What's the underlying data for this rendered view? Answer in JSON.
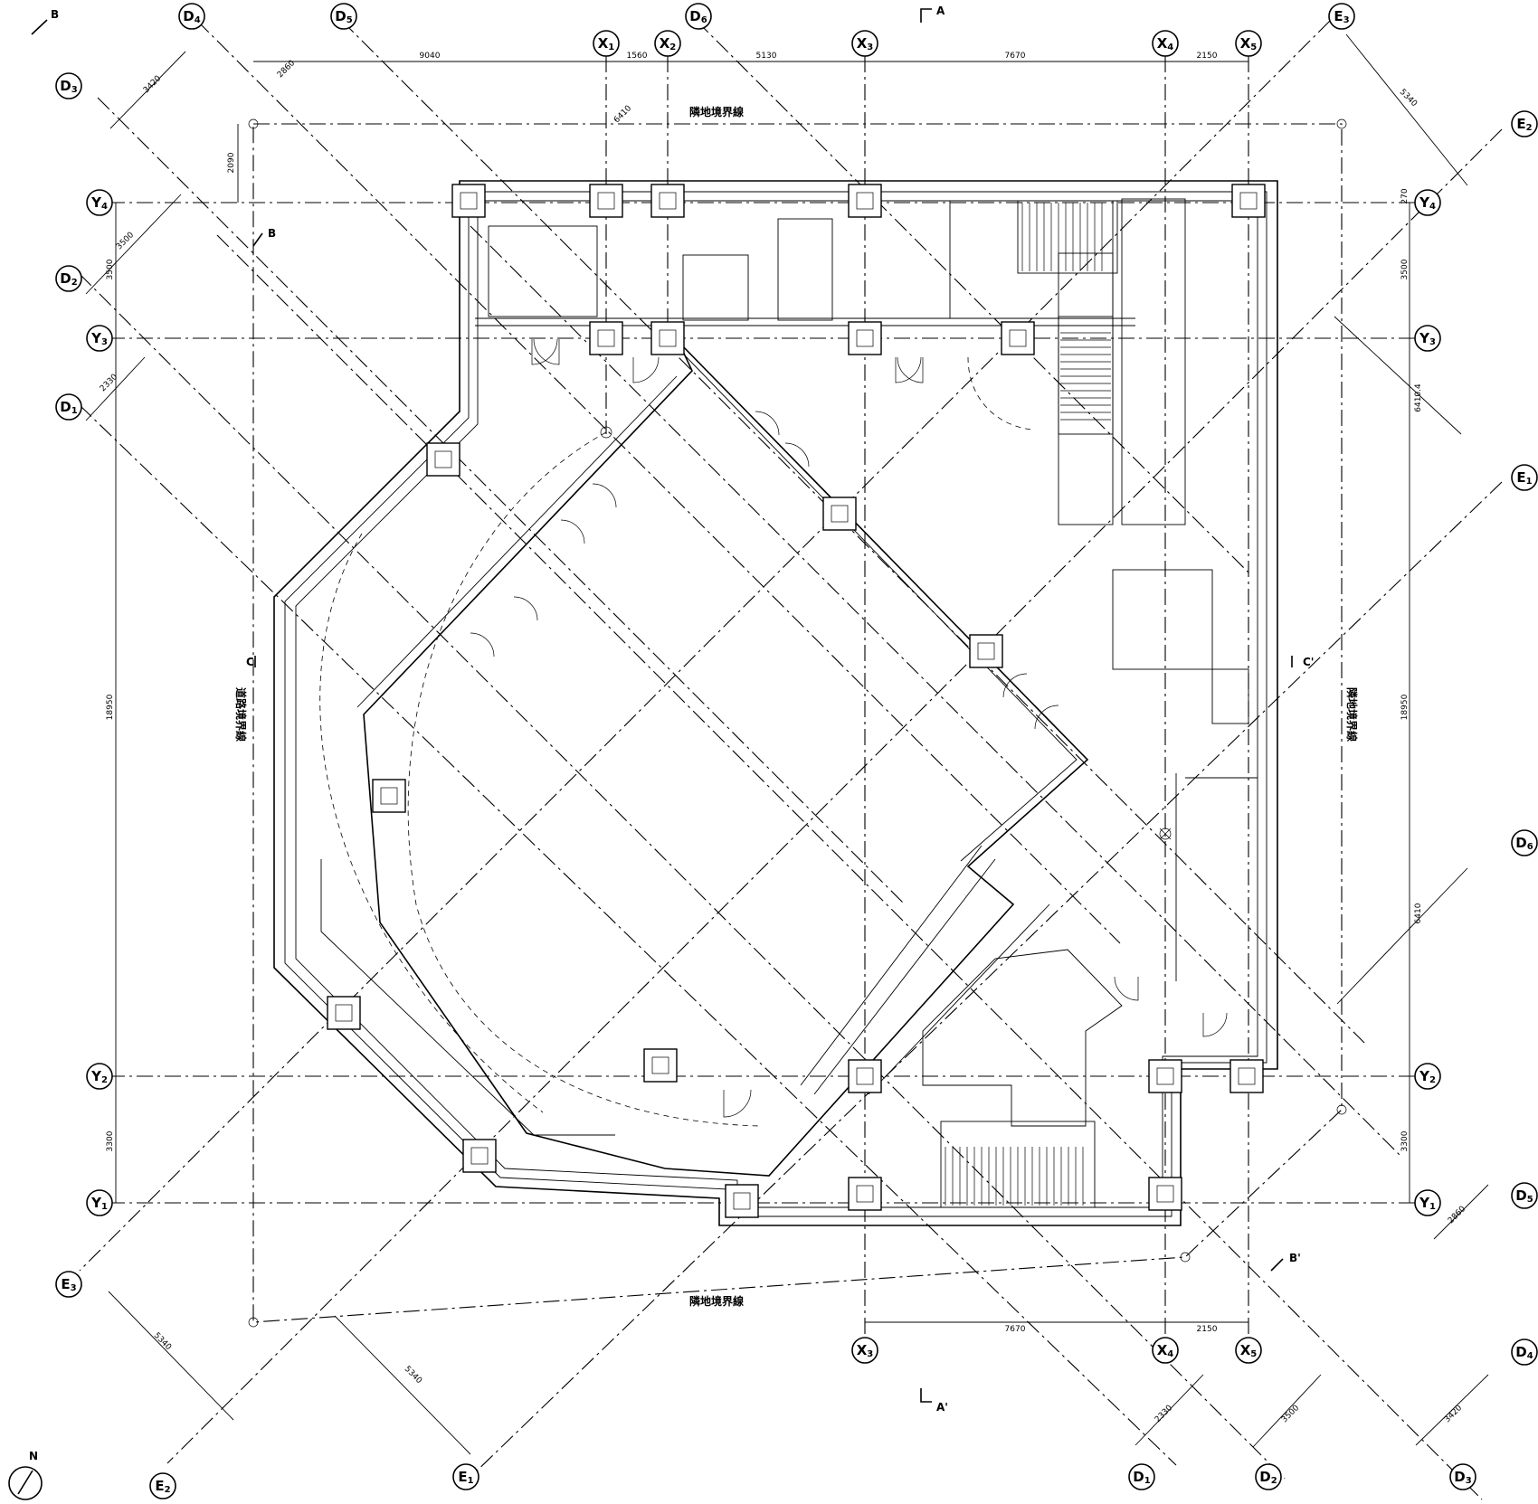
{
  "boundary_labels": {
    "top": "隣地境界線",
    "bottom": "隣地境界線",
    "left": "道路境界線",
    "right": "隣地境界線"
  },
  "section_marks": [
    "A",
    "A'",
    "B",
    "B",
    "B'",
    "C",
    "C'"
  ],
  "north_label": "N",
  "grid_labels": {
    "X1": "X1",
    "X2": "X2",
    "X3": "X3",
    "X4": "X4",
    "X5": "X5",
    "Y1": "Y1",
    "Y2": "Y2",
    "Y3": "Y3",
    "Y4": "Y4",
    "D1": "D1",
    "D2": "D2",
    "D3": "D3",
    "D4": "D4",
    "D5": "D5",
    "D6": "D6",
    "E1": "E1",
    "E2": "E2",
    "E3": "E3"
  },
  "dimensions": {
    "top_9040": "9040",
    "top_1560": "1560",
    "top_5130": "5130",
    "top_7670": "7670",
    "top_2150": "2150",
    "bot_7670": "7670",
    "bot_2150": "2150",
    "left_2090": "2090",
    "left_3500": "3500",
    "left_18950": "18950",
    "left_3300": "3300",
    "right_270": "270",
    "right_3500": "3500",
    "right_18950": "18950",
    "right_3300": "3300",
    "ul_3420": "3420",
    "ul_2860": "2860",
    "ul_3500": "3500",
    "ul_2330": "2330",
    "ul_6410": "6410",
    "ur_5340": "5340",
    "ur_6410_4": "6410.4",
    "ur_6410": "6410",
    "ur_2860": "2860",
    "ll_5340": "5340",
    "ll_5340b": "5340",
    "lr_2330": "2330",
    "lr_3500": "3500",
    "lr_3420": "3420"
  }
}
